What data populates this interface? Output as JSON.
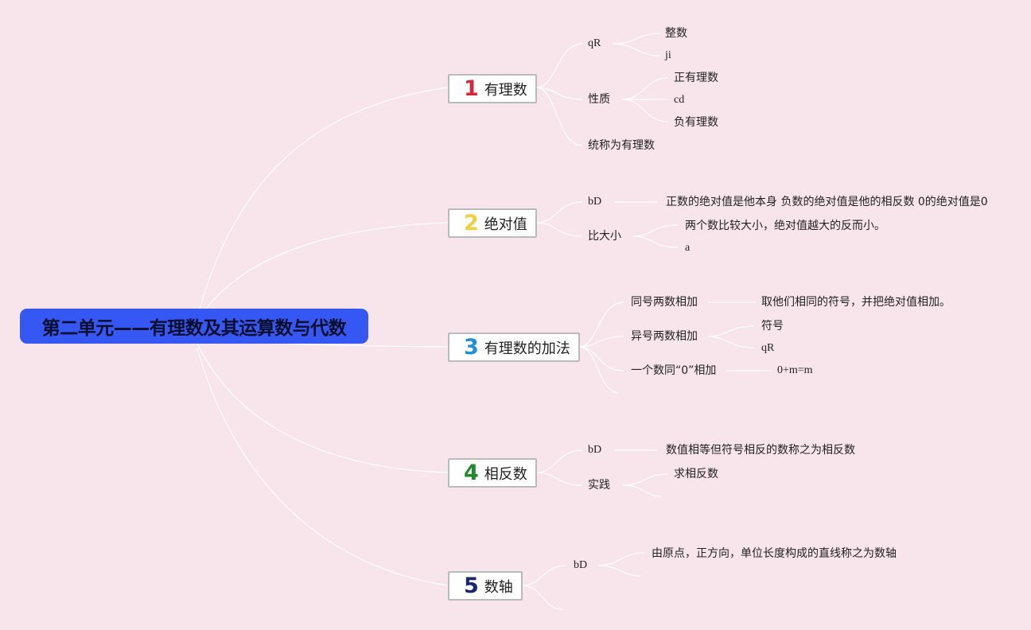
{
  "root": {
    "title": "第二单元——有理数及其运算数与代数"
  },
  "topics": [
    {
      "number": "1",
      "label": "有理数",
      "number_color": "#d8253a"
    },
    {
      "number": "2",
      "label": "绝对值",
      "number_color": "#f3cf3b"
    },
    {
      "number": "3",
      "label": "有理数的加法",
      "number_color": "#1f8fdc"
    },
    {
      "number": "4",
      "label": "相反数",
      "number_color": "#1f8a2a"
    },
    {
      "number": "5",
      "label": "数轴",
      "number_color": "#1a2673"
    }
  ],
  "t1": {
    "qr": "qR",
    "integer": "整数",
    "ji": "ji",
    "property": "性质",
    "positive": "正有理数",
    "cd": "cd",
    "negative": "负有理数",
    "collective": "统称为有理数"
  },
  "t2": {
    "bd": "bD",
    "definition": "正数的绝对值是他本身 负数的绝对值是他的相反数 0的绝对值是0",
    "compare": "比大小",
    "compare_rule": "两个数比较大小，绝对值越大的反而小。",
    "a": "a"
  },
  "t3": {
    "same_sign": "同号两数相加",
    "same_sign_rule": "取他们相同的符号，并把绝对值相加。",
    "diff_sign": "异号两数相加",
    "sign": "符号",
    "qr": "qR",
    "with_zero": "一个数同“0”相加",
    "zero_rule": "0+m=m"
  },
  "t4": {
    "bd": "bD",
    "definition": "数值相等但符号相反的数称之为相反数",
    "practice": "实践",
    "find_opposite": "求相反数"
  },
  "t5": {
    "bd": "bD",
    "definition": "由原点，正方向，单位长度构成的直线称之为数轴"
  }
}
